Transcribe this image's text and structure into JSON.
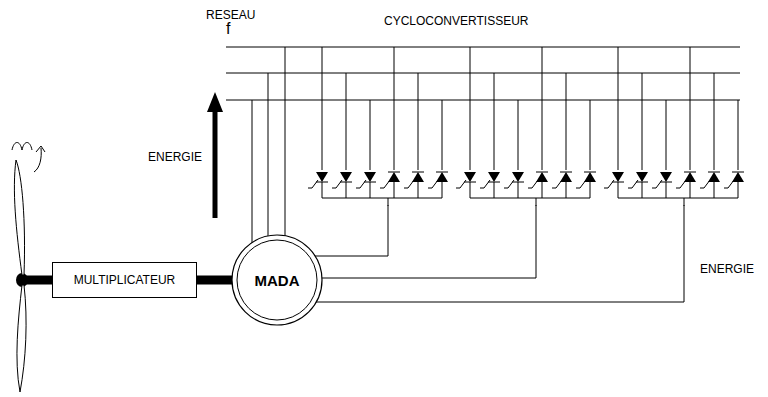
{
  "diagram": {
    "nodes": [
      {
        "text": [
          "MULTIPLICATEUR"
        ]
      },
      {
        "text": [
          "MADA"
        ]
      }
    ],
    "edges": [
      {
        "from": 0,
        "to": 1,
        "arrow": "none"
      }
    ],
    "labels": [
      "RESEAU",
      "f",
      "CYCLOCONVERTISSEUR",
      "ENERGIE",
      "ENERGIE"
    ]
  }
}
